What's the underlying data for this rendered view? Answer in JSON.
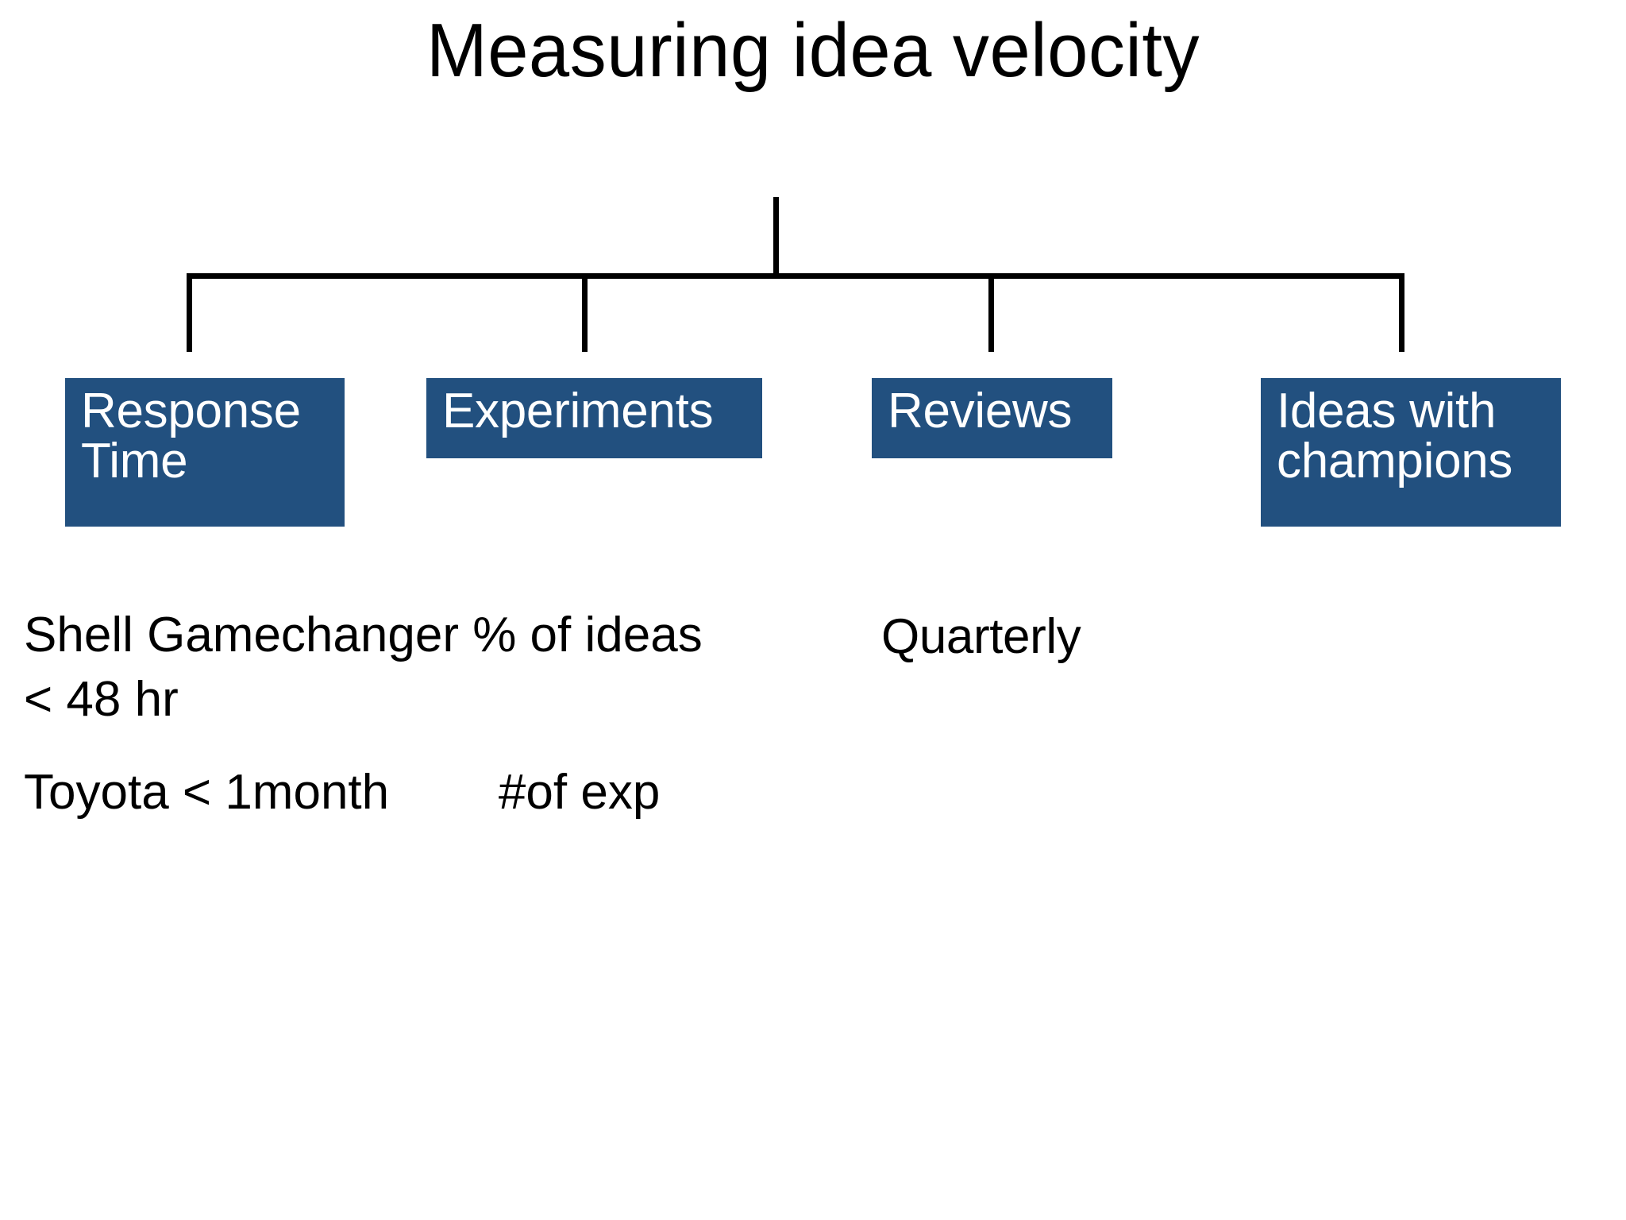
{
  "slide": {
    "title": "Measuring idea velocity",
    "background_color": "#FFFFFF",
    "accent_color": "#22507F",
    "line_color": "#000000",
    "text_color": "#000000",
    "node_text_color": "#FFFFFF"
  },
  "diagram": {
    "type": "org-chart",
    "root_label": "",
    "nodes": [
      {
        "id": "response-time",
        "label": "Response\nTime",
        "order": 1
      },
      {
        "id": "experiments",
        "label": "Experiments",
        "order": 2
      },
      {
        "id": "reviews",
        "label": "Reviews",
        "order": 3
      },
      {
        "id": "ideas-champions",
        "label": "Ideas with\nchampions",
        "order": 4
      }
    ]
  },
  "notes": [
    {
      "id": "response-note",
      "for_node": "response-time",
      "text": "Shell Gamechanger % of ideas\n< 48 hr"
    },
    {
      "id": "reviews-note",
      "for_node": "reviews",
      "text": "Quarterly"
    },
    {
      "id": "toyota-note",
      "for_node": "response-time",
      "text": "Toyota < 1month        #of exp"
    }
  ]
}
